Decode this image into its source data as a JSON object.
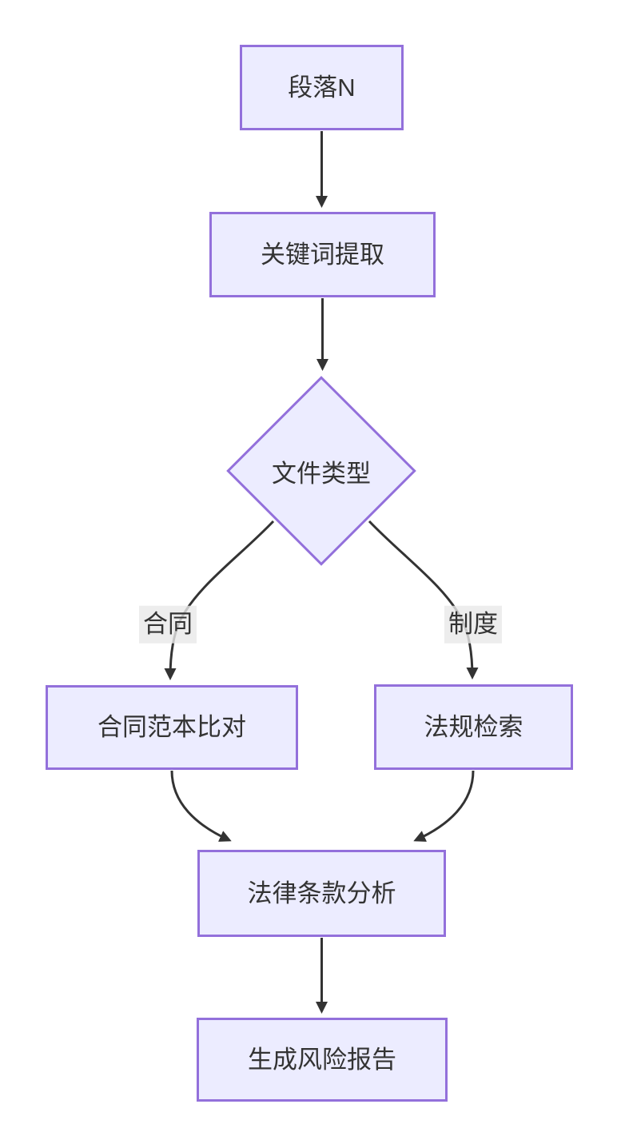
{
  "diagram": {
    "type": "flowchart",
    "direction": "top-down",
    "colors": {
      "background": "#ffffff",
      "node_fill": "#ECECFF",
      "node_border": "#9370DB",
      "node_text": "#333333",
      "edge_stroke": "#333333",
      "edge_label_bg": "#e8e8e8"
    },
    "nodes": [
      {
        "id": "paragraph-n",
        "label": "段落N",
        "shape": "rect"
      },
      {
        "id": "keyword-extraction",
        "label": "关键词提取",
        "shape": "rect"
      },
      {
        "id": "file-type",
        "label": "文件类型",
        "shape": "diamond"
      },
      {
        "id": "contract-compare",
        "label": "合同范本比对",
        "shape": "rect"
      },
      {
        "id": "regulation-search",
        "label": "法规检索",
        "shape": "rect"
      },
      {
        "id": "clause-analysis",
        "label": "法律条款分析",
        "shape": "rect"
      },
      {
        "id": "risk-report",
        "label": "生成风险报告",
        "shape": "rect"
      }
    ],
    "edges": [
      {
        "from": "paragraph-n",
        "to": "keyword-extraction",
        "label": ""
      },
      {
        "from": "keyword-extraction",
        "to": "file-type",
        "label": ""
      },
      {
        "from": "file-type",
        "to": "contract-compare",
        "label": "合同"
      },
      {
        "from": "file-type",
        "to": "regulation-search",
        "label": "制度"
      },
      {
        "from": "contract-compare",
        "to": "clause-analysis",
        "label": ""
      },
      {
        "from": "regulation-search",
        "to": "clause-analysis",
        "label": ""
      },
      {
        "from": "clause-analysis",
        "to": "risk-report",
        "label": ""
      }
    ]
  }
}
